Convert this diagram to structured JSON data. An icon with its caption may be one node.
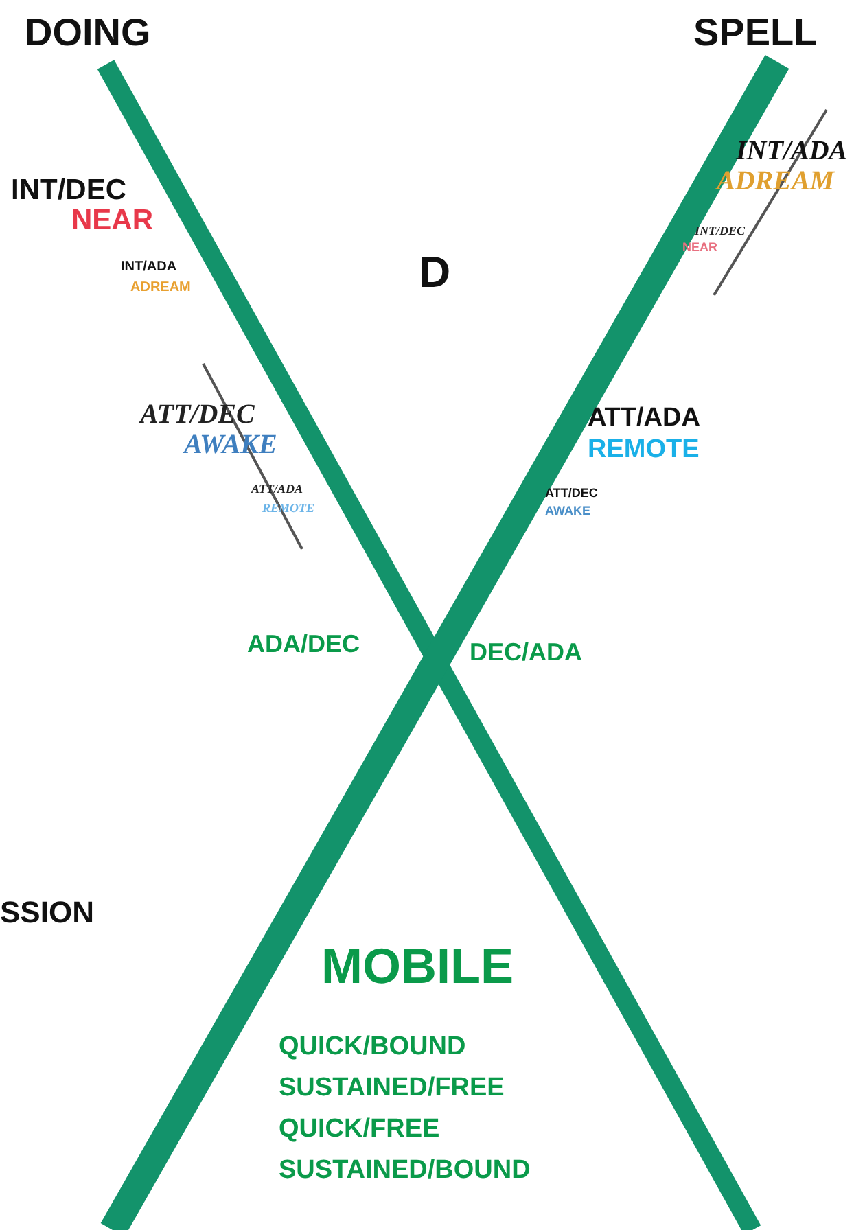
{
  "diagram": {
    "labels": [
      "DOING",
      "SPELL",
      "INT/ADA",
      "ADREAM",
      "INT/DEC",
      "NEAR",
      "D",
      "INT/DEC",
      "NEAR",
      "INT/ADA",
      "ADREAM",
      "ATT/DEC",
      "AWAKE",
      "ATT/ADA",
      "REMOTE",
      "ATT/ADA",
      "REMOTE",
      "ATT/DEC",
      "AWAKE",
      "ADA/DEC",
      "DEC/ADA",
      "SSION",
      "MOBILE",
      "QUICK/BOUND",
      "SUSTAINED/FREE",
      "QUICK/FREE",
      "SUSTAINED/BOUND"
    ]
  }
}
